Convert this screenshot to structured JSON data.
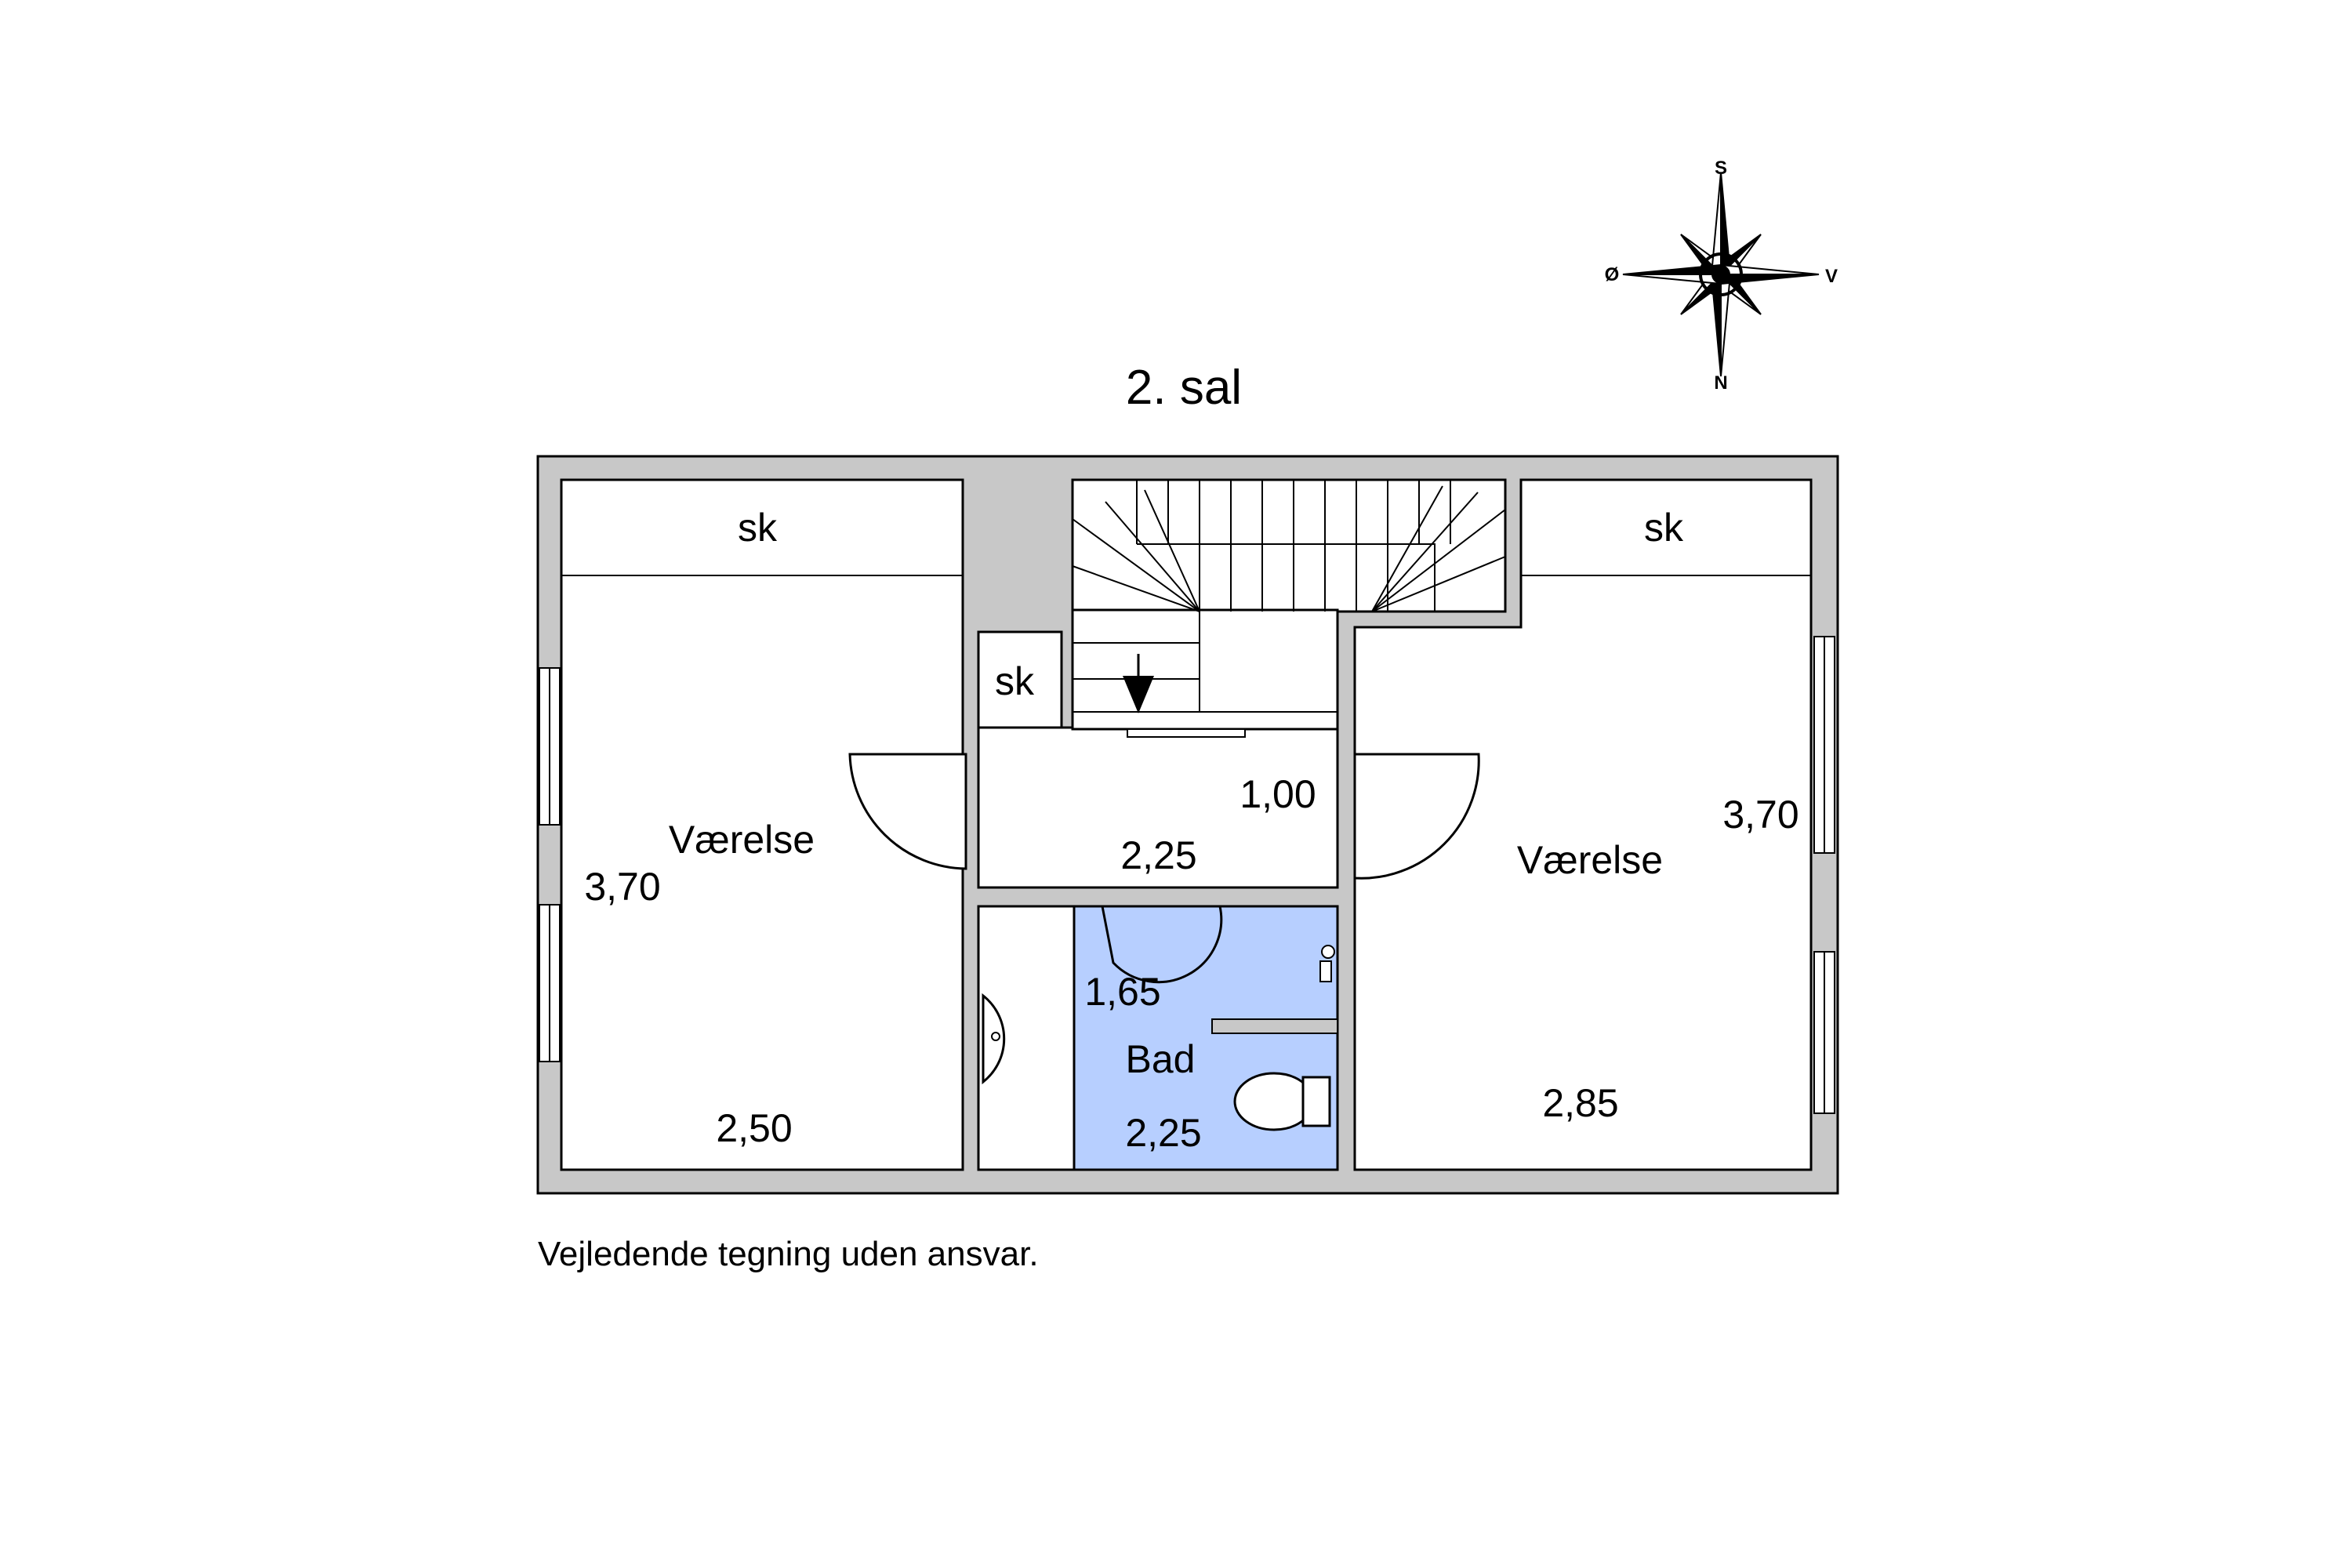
{
  "floor_title": "2. sal",
  "disclaimer": "Vejledende tegning uden ansvar.",
  "compass": {
    "top": "S",
    "left": "Ø",
    "right": "V",
    "bottom": "N"
  },
  "rooms": {
    "left_bedroom": {
      "name": "Værelse",
      "closet": "sk",
      "depth": "3,70",
      "width": "2,50"
    },
    "right_bedroom": {
      "name": "Værelse",
      "closet": "sk",
      "depth": "3,70",
      "width": "2,85"
    },
    "hall": {
      "closet": "sk",
      "dim_a": "1,00",
      "dim_b": "2,25"
    },
    "bath": {
      "name": "Bad",
      "dim_a": "1,65",
      "dim_b": "2,25"
    }
  },
  "colors": {
    "wall": "#c8c8c8",
    "bath": "#b7cfff",
    "line": "#000000",
    "background": "#ffffff"
  }
}
